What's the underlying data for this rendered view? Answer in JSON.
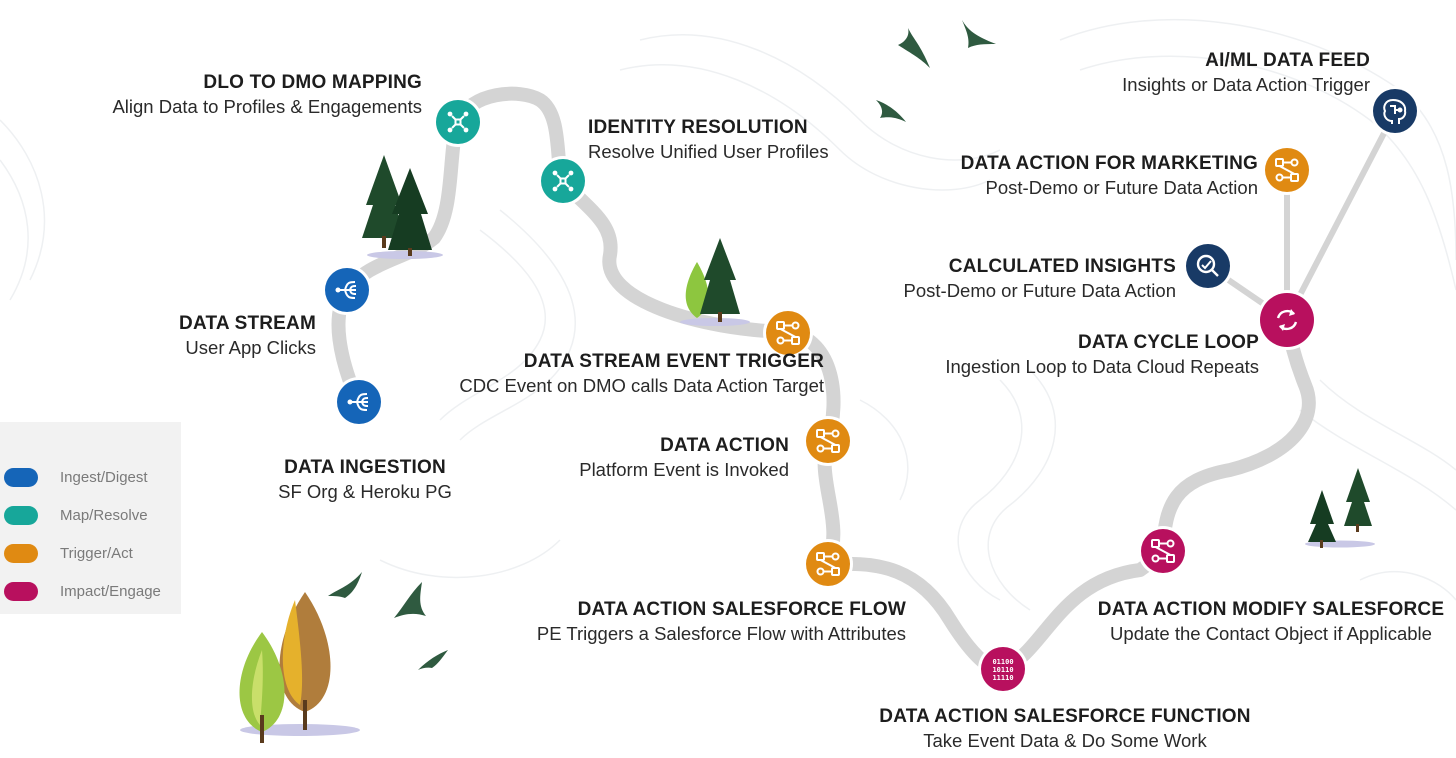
{
  "colors": {
    "ingest": "#1565b8",
    "map": "#17a79a",
    "trigger": "#e08a12",
    "impact": "#b8105e",
    "ai": "#183a66",
    "path": "#d4d4d4"
  },
  "legend": [
    {
      "label": "Ingest/Digest",
      "color": "#1565b8"
    },
    {
      "label": "Map/Resolve",
      "color": "#17a79a"
    },
    {
      "label": "Trigger/Act",
      "color": "#e08a12"
    },
    {
      "label": "Impact/Engage",
      "color": "#b8105e"
    }
  ],
  "steps": {
    "dlo": {
      "title": "DLO TO DMO MAPPING",
      "subtitle": "Align Data to Profiles & Engagements",
      "icon": "mapping-icon"
    },
    "identity": {
      "title": "IDENTITY RESOLUTION",
      "subtitle": "Resolve Unified User Profiles",
      "icon": "mapping-icon"
    },
    "stream": {
      "title": "DATA STREAM",
      "subtitle": "User App Clicks",
      "icon": "stream-icon"
    },
    "ingestion": {
      "title": "DATA INGESTION",
      "subtitle": "SF Org & Heroku PG",
      "icon": "stream-icon"
    },
    "event_trigger": {
      "title": "DATA STREAM EVENT TRIGGER",
      "subtitle": "CDC Event on DMO calls Data Action Target",
      "icon": "flow-icon"
    },
    "action": {
      "title": "DATA ACTION",
      "subtitle": "Platform Event is Invoked",
      "icon": "flow-icon"
    },
    "flow": {
      "title": "DATA ACTION SALESFORCE FLOW",
      "subtitle": "PE Triggers a Salesforce Flow with Attributes",
      "icon": "flow-icon"
    },
    "function": {
      "title": "DATA ACTION SALESFORCE FUNCTION",
      "subtitle": "Take Event Data & Do Some Work",
      "icon": "binary-icon",
      "binary": [
        "01100",
        "10110",
        "11110"
      ]
    },
    "modify": {
      "title": "DATA ACTION MODIFY SALESFORCE",
      "subtitle": "Update the Contact Object if Applicable",
      "icon": "flow-icon"
    },
    "loop": {
      "title": "DATA CYCLE LOOP",
      "subtitle": "Ingestion Loop to Data Cloud Repeats",
      "icon": "refresh-icon"
    },
    "calc": {
      "title": "CALCULATED INSIGHTS",
      "subtitle": "Post-Demo or Future Data Action",
      "icon": "magnifier-icon"
    },
    "marketing": {
      "title": "DATA ACTION FOR MARKETING",
      "subtitle": "Post-Demo or Future Data Action",
      "icon": "flow-icon"
    },
    "aiml": {
      "title": "AI/ML DATA FEED",
      "subtitle": "Insights or Data Action Trigger",
      "icon": "brain-icon"
    }
  }
}
